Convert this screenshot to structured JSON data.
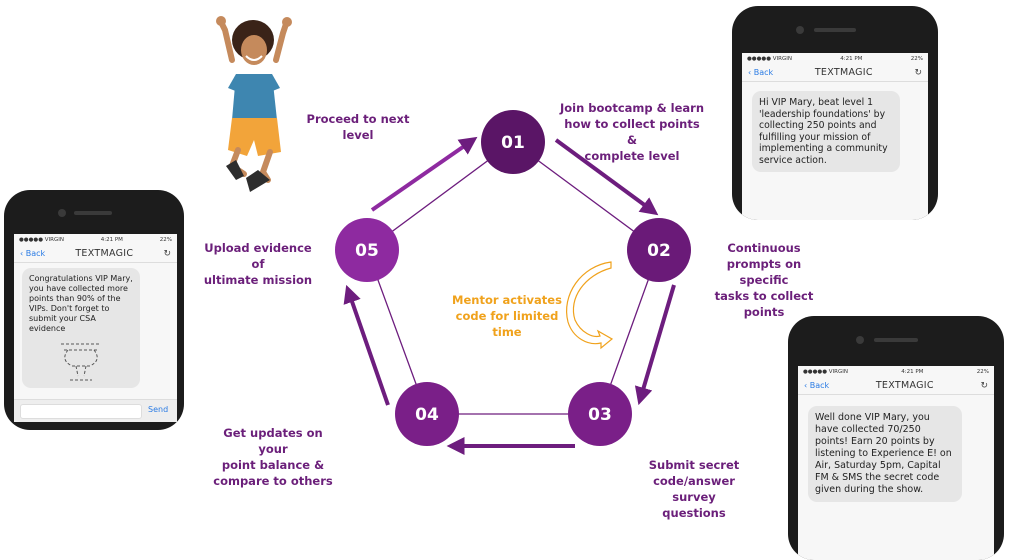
{
  "steps": [
    {
      "number": "01",
      "caption": "Join bootcamp & learn\nhow to collect points &\ncomplete level"
    },
    {
      "number": "02",
      "caption": "Continuous\nprompts on specific\ntasks to collect\npoints"
    },
    {
      "number": "03",
      "caption": "Submit secret\ncode/answer survey\nquestions"
    },
    {
      "number": "04",
      "caption": "Get updates on your\npoint balance &\ncompare to others"
    },
    {
      "number": "05",
      "caption": "Upload evidence of\nultimate mission"
    }
  ],
  "proceed_caption": "Proceed to next\nlevel",
  "mentor_caption": "Mentor activates\ncode for limited\ntime",
  "colors": {
    "node_01": "#5a1566",
    "node_02": "#6a1a78",
    "node_03": "#7a1f88",
    "node_04": "#7a1f88",
    "node_05": "#8e2aa0",
    "arrow": "#6d1d7e",
    "mentor": "#f0a21c"
  },
  "phones": {
    "top_right": {
      "carrier": "●●●●● VIRGIN",
      "time": "4:21 PM",
      "battery": "22%",
      "back": "Back",
      "app_title": "TEXTMAGIC",
      "message": "Hi VIP Mary, beat level 1 'leadership foundations' by collecting 250 points and fulfilling your mission of implementing a community service action."
    },
    "left": {
      "carrier": "●●●●● VIRGIN",
      "time": "4:21 PM",
      "battery": "22%",
      "back": "Back",
      "app_title": "TEXTMAGIC",
      "message": "Congratulations VIP Mary, you have collected more points than 90% of the VIPs. Don't forget to submit your CSA evidence",
      "send": "Send"
    },
    "bottom_right": {
      "carrier": "●●●●● VIRGIN",
      "time": "4:21 PM",
      "battery": "22%",
      "back": "Back",
      "app_title": "TEXTMAGIC",
      "message": "Well done VIP Mary, you have collected 70/250 points! Earn 20 points by listening to Experience E! on Air, Saturday 5pm, Capital FM & SMS the secret code given during the show."
    }
  }
}
